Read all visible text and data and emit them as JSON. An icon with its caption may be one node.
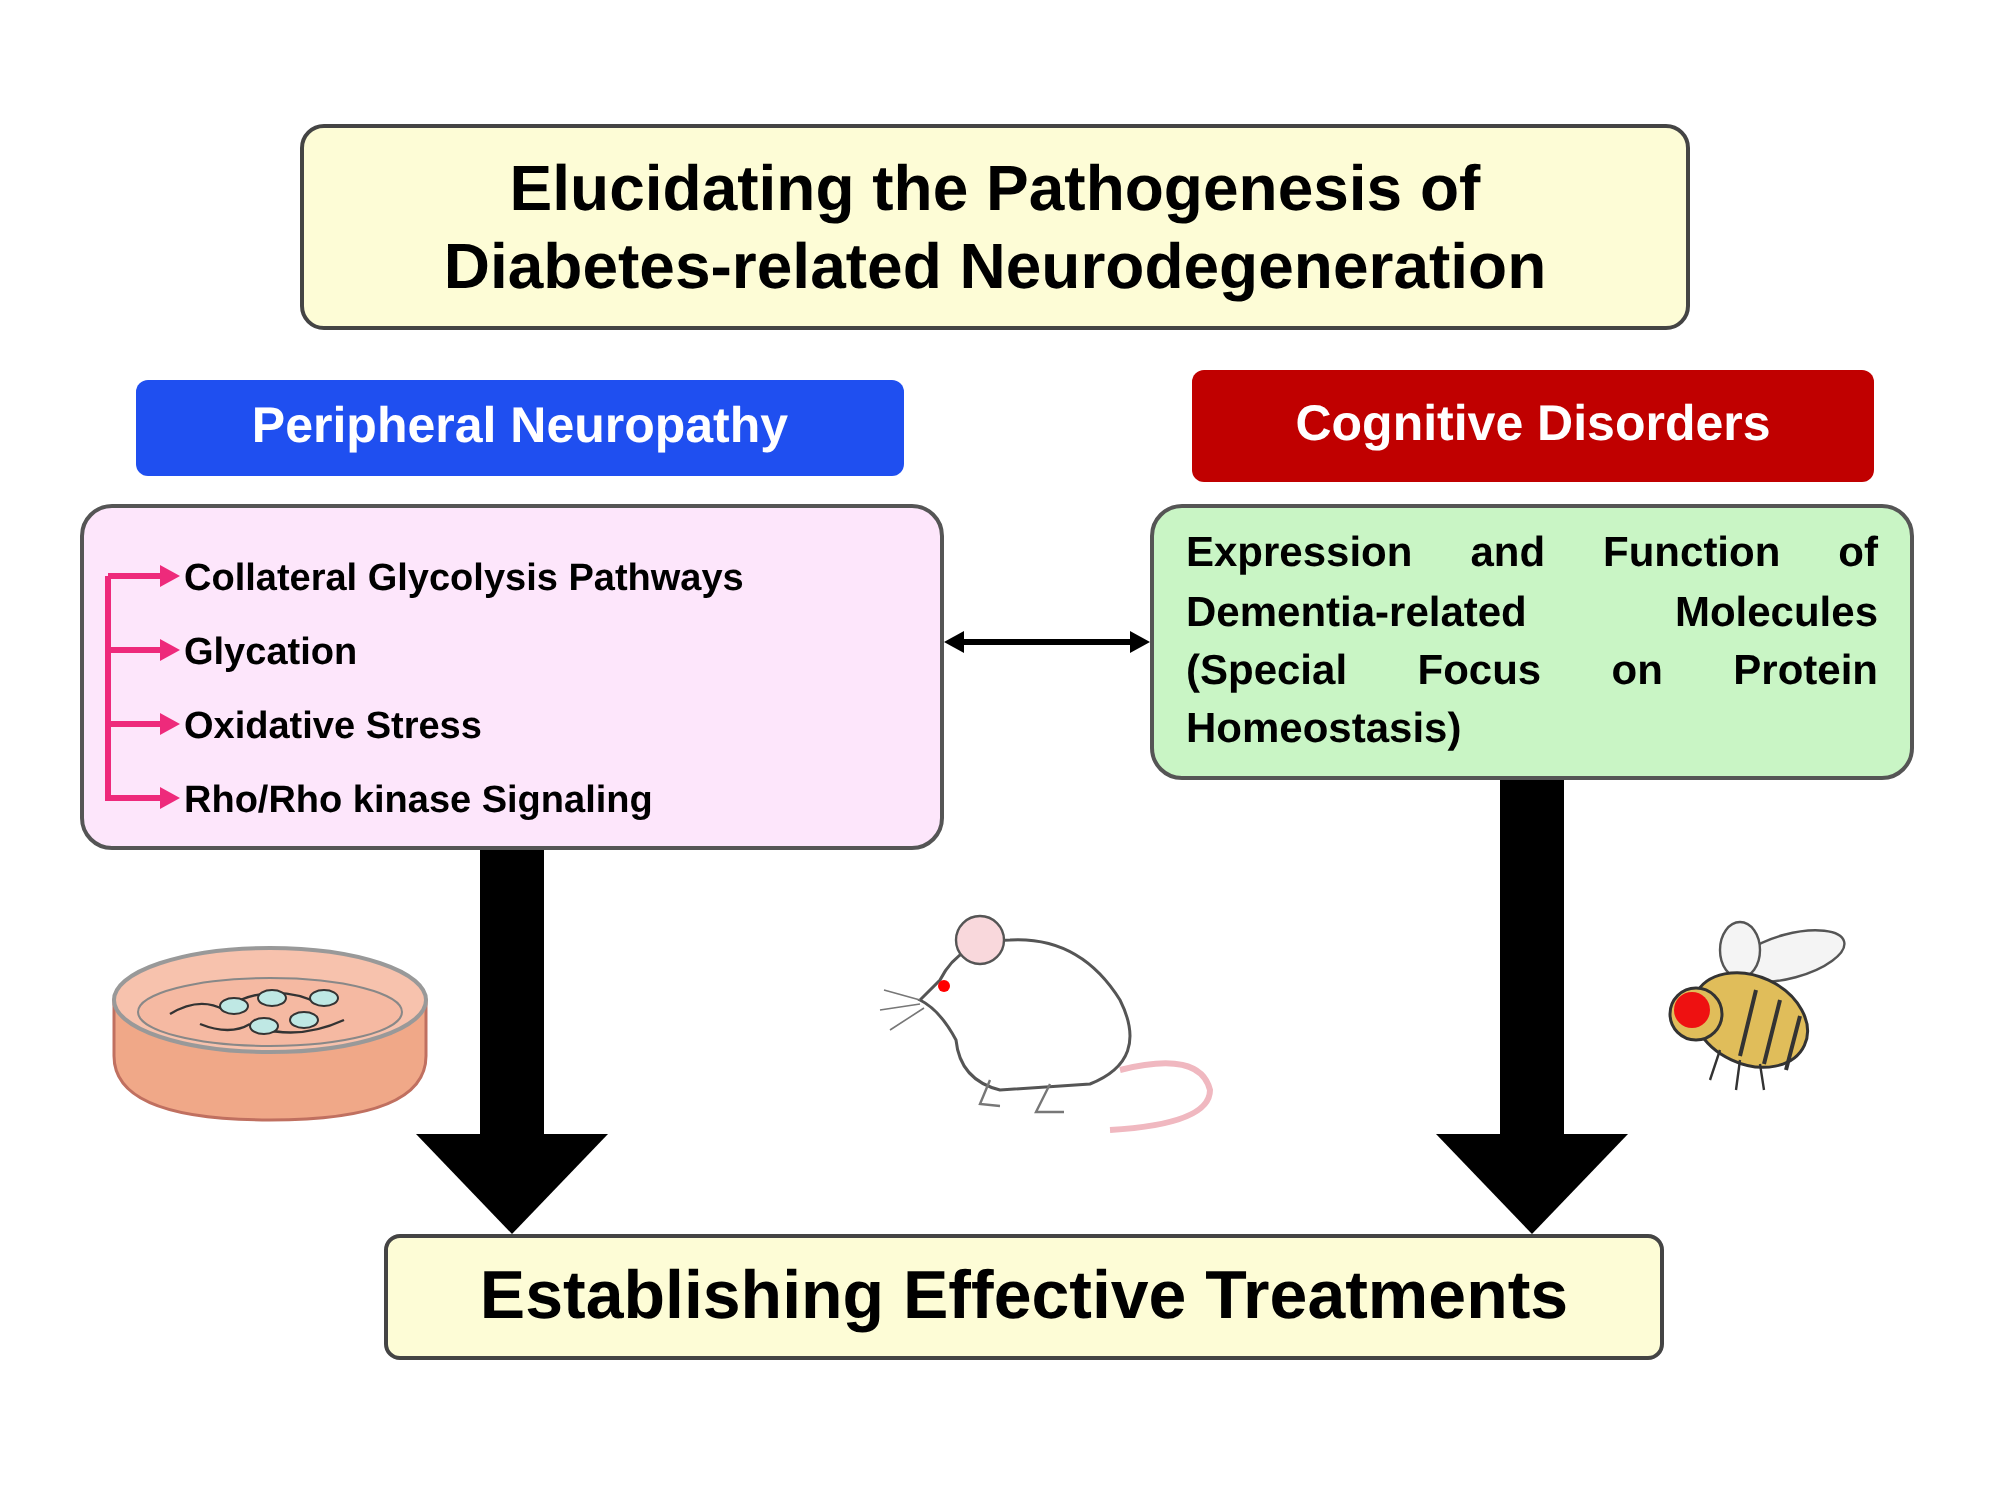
{
  "diagram": {
    "nodes": [
      {
        "text": [
          "Elucidating the Pathogenesis of Diabetes-related Neurodegeneration"
        ]
      },
      {
        "text": [
          "Peripheral Neuropathy"
        ]
      },
      {
        "text": [
          "Cognitive Disorders"
        ]
      },
      {
        "text": [],
        "shape": "box"
      },
      {
        "text": [
          "Collateral Glycolysis Pathways"
        ],
        "in": 3
      },
      {
        "text": [
          "Glycation"
        ],
        "in": 3
      },
      {
        "text": [
          "Oxidative Stress"
        ],
        "in": 3
      },
      {
        "text": [
          "Rho/Rho kinase Signaling"
        ],
        "in": 3
      },
      {
        "text": [
          "Expression and Function of Dementia-related Molecules (Special Focus on Protein Homeostasis)"
        ]
      },
      {
        "text": [
          "Establishing Effective Treatments"
        ]
      }
    ],
    "edges": [
      {
        "from": 3,
        "to": 8,
        "arrow": "both",
        "color": "#000000"
      },
      {
        "from": 3,
        "to": 9,
        "arrow": "to",
        "style": "thick",
        "color": "#000000"
      },
      {
        "from": 8,
        "to": 9,
        "arrow": "to",
        "style": "thick",
        "color": "#000000"
      },
      {
        "from": null,
        "to": 4,
        "arrow": "to"
      },
      {
        "from": null,
        "to": 5,
        "arrow": "to"
      },
      {
        "from": null,
        "to": 6,
        "arrow": "to"
      },
      {
        "from": null,
        "to": 7,
        "arrow": "to"
      }
    ]
  }
}
